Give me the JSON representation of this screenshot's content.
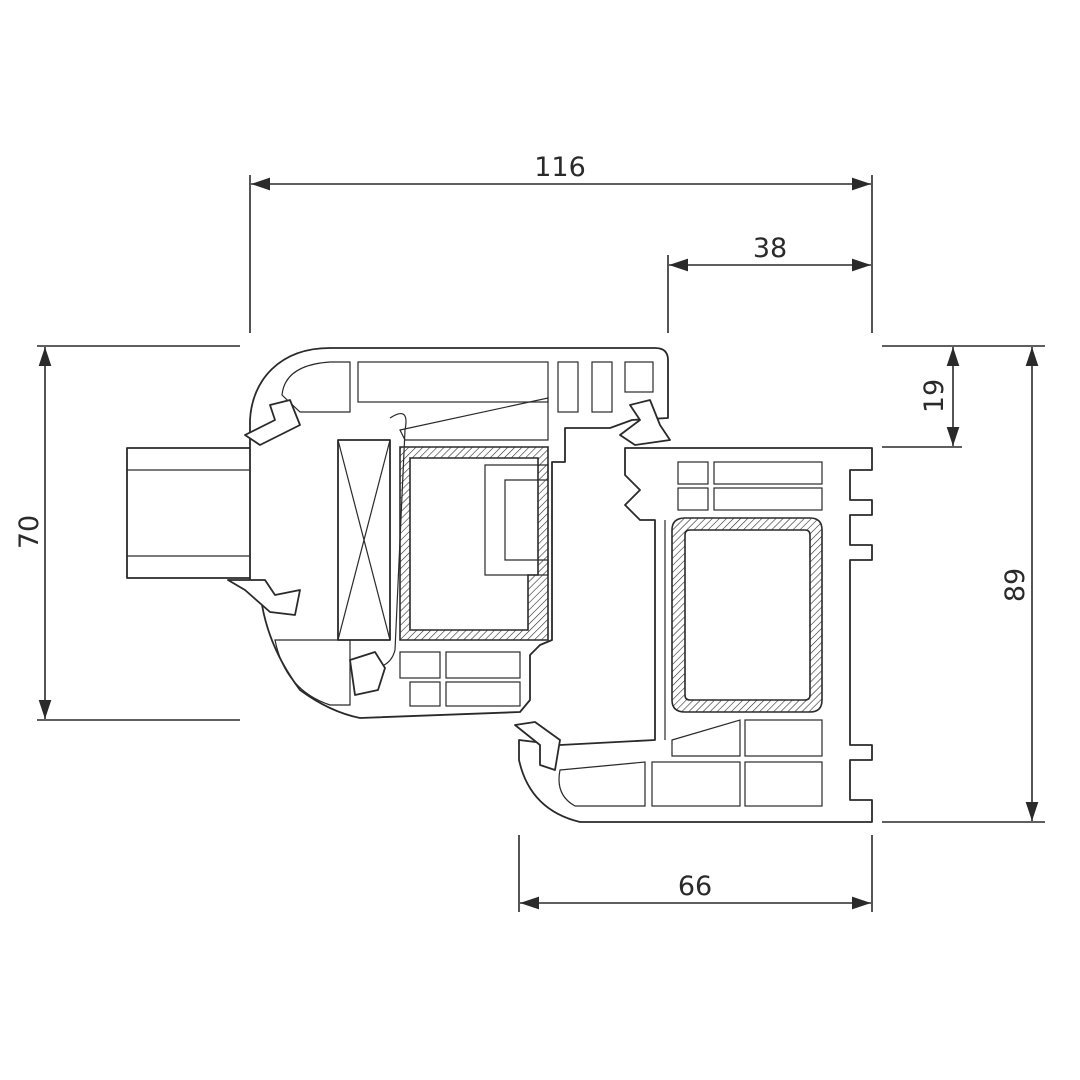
{
  "drawing": {
    "title": "Window profile cross-section",
    "dimensions": {
      "overall_width": "116",
      "frame_rebate_width": "38",
      "sash_overlap": "19",
      "frame_height": "89",
      "sash_height": "70",
      "frame_depth": "66"
    }
  },
  "colors": {
    "line": "#2a2a2a",
    "background": "#ffffff"
  }
}
